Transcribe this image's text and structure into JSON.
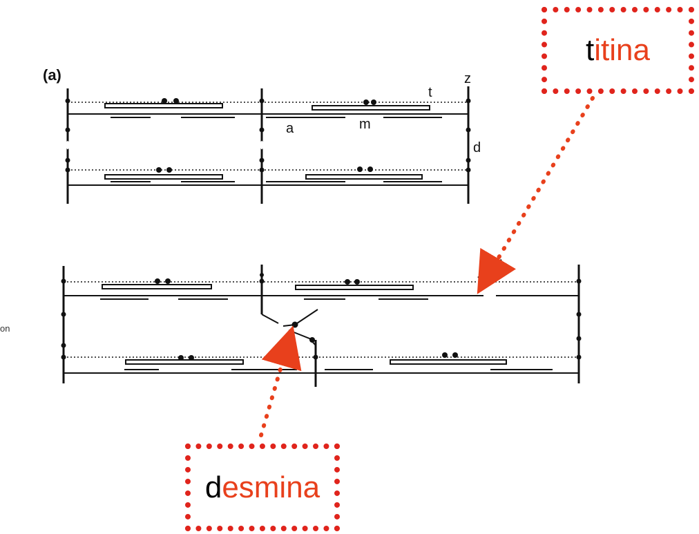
{
  "panel_label": "(a)",
  "diagram_letters": {
    "z": "z",
    "t": "t",
    "a": "a",
    "m": "m",
    "d": "d"
  },
  "cut_text": "on",
  "callouts": {
    "titina": {
      "first": "t",
      "rest": "itina"
    },
    "desmina": {
      "first": "d",
      "rest": "esmina"
    }
  },
  "colors": {
    "callout_border": "#e0241c",
    "callout_text": "#e8401c",
    "arrow": "#e8401c",
    "lines": "#111111"
  }
}
